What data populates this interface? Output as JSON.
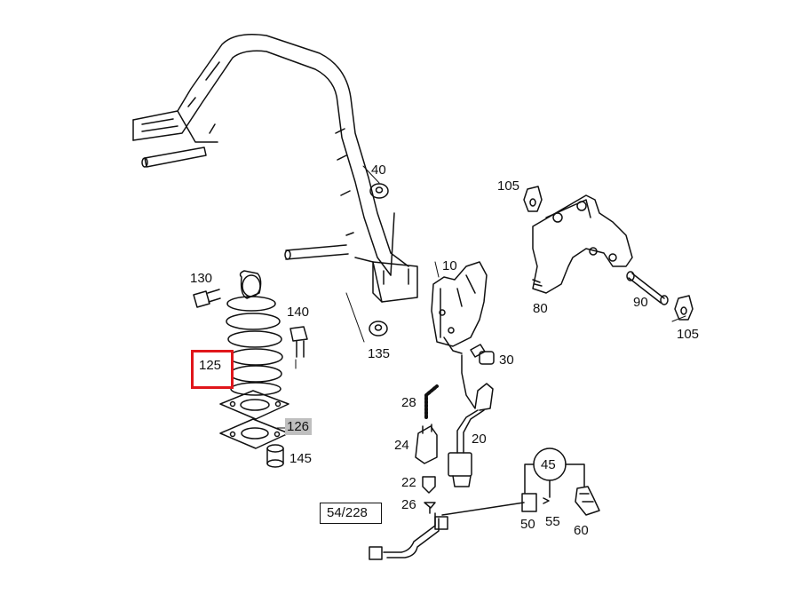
{
  "diagram": {
    "highlight_color": "#e0161b",
    "selected_label_bg": "#bfbfbf",
    "labels": {
      "p10": "10",
      "p20": "20",
      "p22": "22",
      "p24": "24",
      "p26": "26",
      "p28": "28",
      "p30": "30",
      "p40": "40",
      "p45": "45",
      "p50": "50",
      "p55": "55",
      "p60": "60",
      "p80": "80",
      "p90": "90",
      "p105a": "105",
      "p105b": "105",
      "p125": "125",
      "p126": "126",
      "p130": "130",
      "p135": "135",
      "p140": "140",
      "p145": "145",
      "p54_228": "54/228"
    }
  }
}
